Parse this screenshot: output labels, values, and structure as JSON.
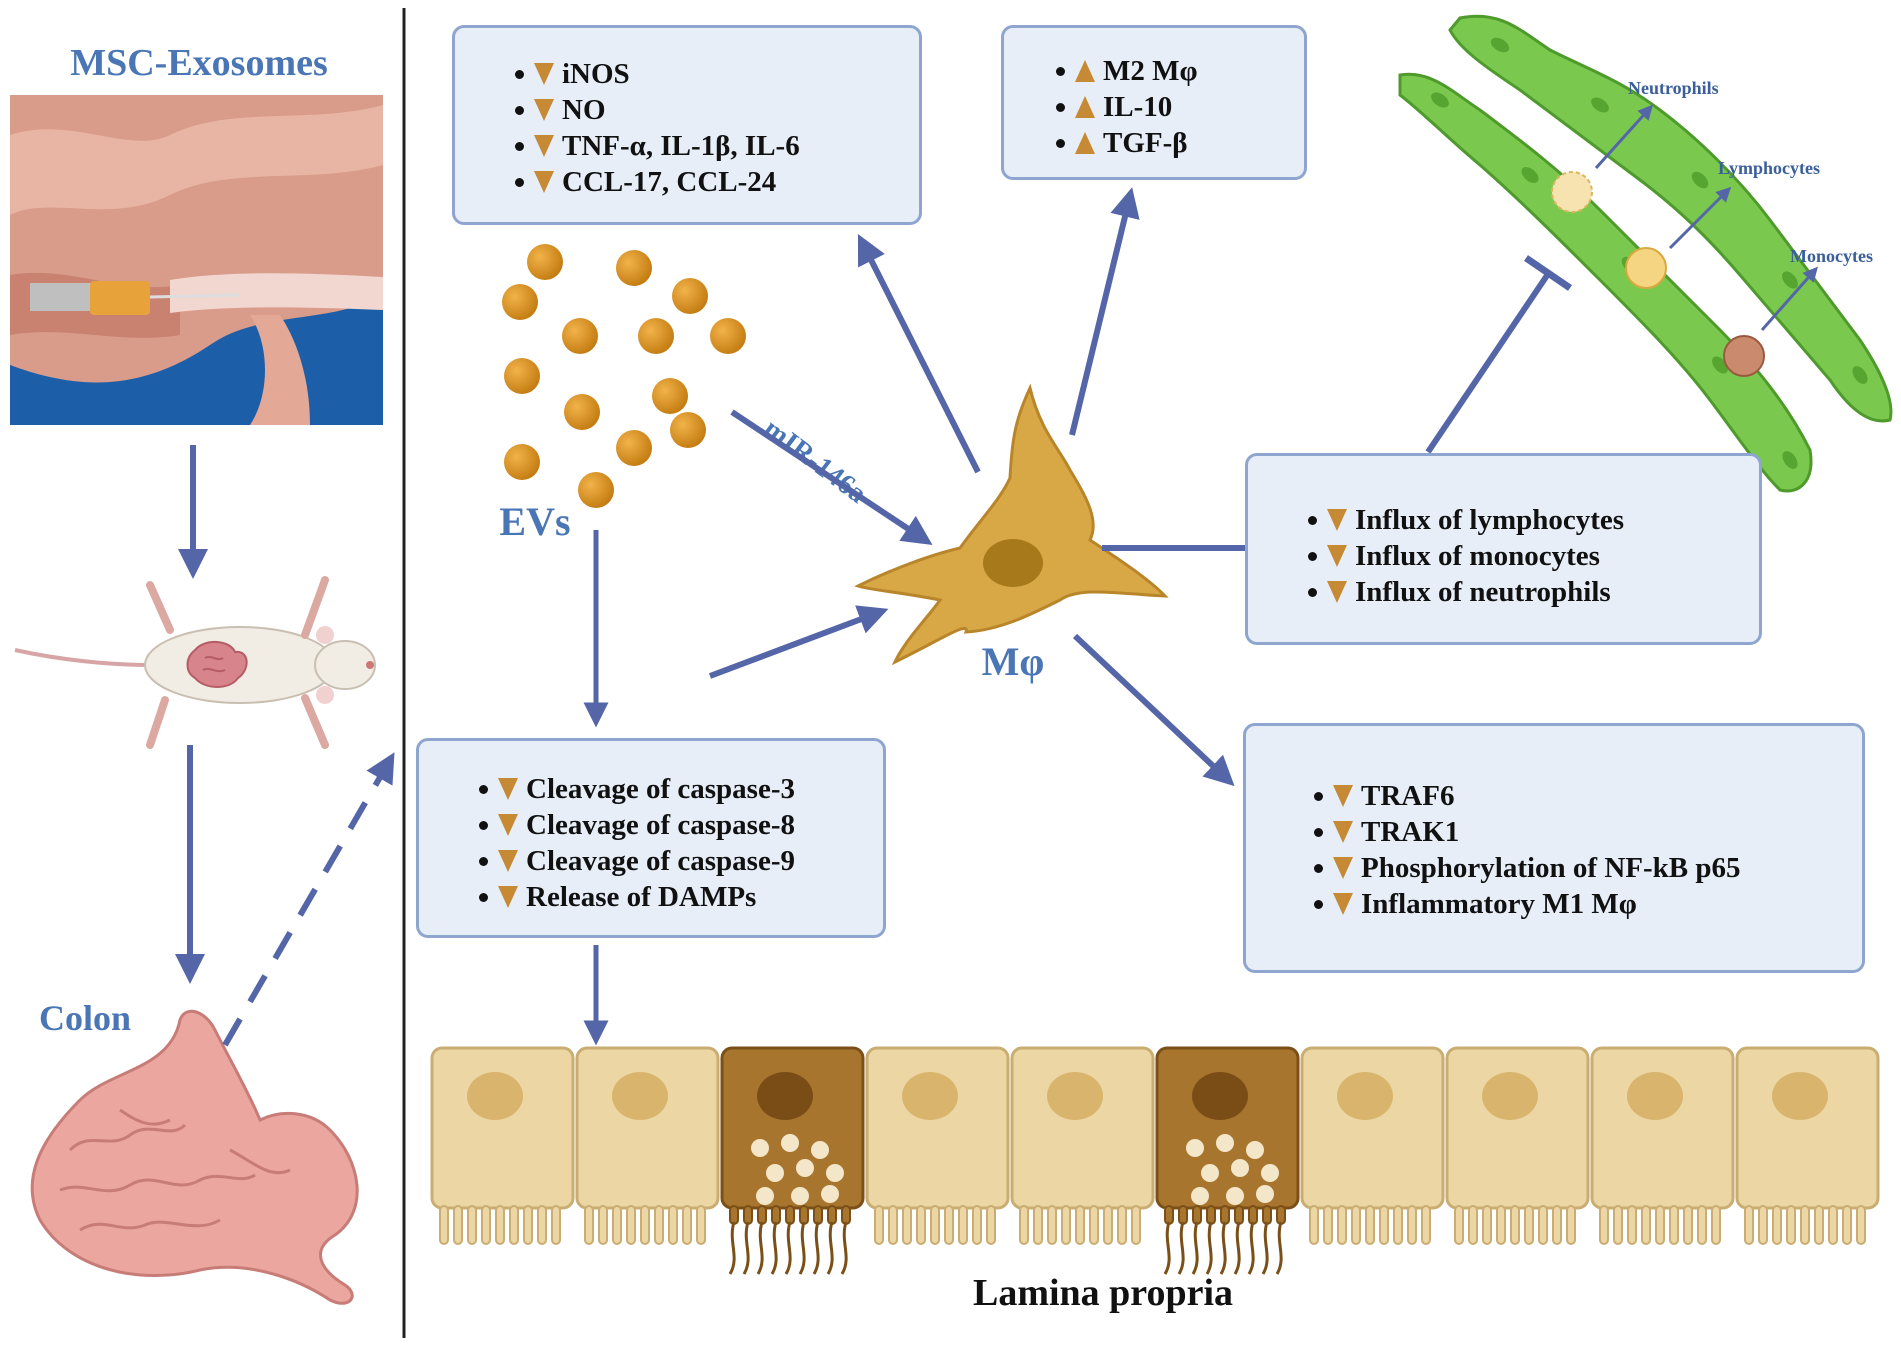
{
  "left_panel": {
    "title": "MSC-Exosomes",
    "colon_label": "Colon"
  },
  "labels": {
    "evs": "EVs",
    "mirna": "mIR-146a",
    "macrophage": "Mφ",
    "lamina": "Lamina propria",
    "neutrophils": "Neutrophils",
    "lymphocytes": "Lymphocytes",
    "monocytes": "Monocytes"
  },
  "box_inos": {
    "items": [
      {
        "dir": "down",
        "text": "iNOS"
      },
      {
        "dir": "down",
        "text": "NO"
      },
      {
        "dir": "down",
        "text": "TNF-α, IL-1β, IL-6"
      },
      {
        "dir": "down",
        "text": "CCL-17, CCL-24"
      }
    ]
  },
  "box_m2": {
    "items": [
      {
        "dir": "up",
        "text": "M2 Mφ"
      },
      {
        "dir": "up",
        "text": "IL-10"
      },
      {
        "dir": "up",
        "text": "TGF-β"
      }
    ]
  },
  "box_influx": {
    "items": [
      {
        "dir": "down",
        "text": "Influx of  lymphocytes"
      },
      {
        "dir": "down",
        "text": "Influx of monocytes"
      },
      {
        "dir": "down",
        "text": "Influx of  neutrophils"
      }
    ]
  },
  "box_caspase": {
    "items": [
      {
        "dir": "down",
        "text": "Cleavage  of caspase-3"
      },
      {
        "dir": "down",
        "text": "Cleavage of caspase-8"
      },
      {
        "dir": "down",
        "text": "Cleavage of caspase-9"
      },
      {
        "dir": "down",
        "text": "Release of DAMPs"
      }
    ]
  },
  "box_traf": {
    "items": [
      {
        "dir": "down",
        "text": "TRAF6"
      },
      {
        "dir": "down",
        "text": "TRAK1"
      },
      {
        "dir": "down",
        "text": "Phosphorylation of NF-kB p65"
      },
      {
        "dir": "down",
        "text": "Inflammatory M1 Mφ"
      }
    ]
  },
  "colors": {
    "arrow": "#5566a8",
    "accent_blue": "#4a76b5",
    "box_fill": "#e8eef8",
    "box_border": "#8ea6cf",
    "vesicle": "#d18c1d",
    "macrophage": "#d9a846",
    "epithelium": "#ecd6a4",
    "damaged_cell": "#a8752e",
    "vessel": "#7bc84e"
  }
}
